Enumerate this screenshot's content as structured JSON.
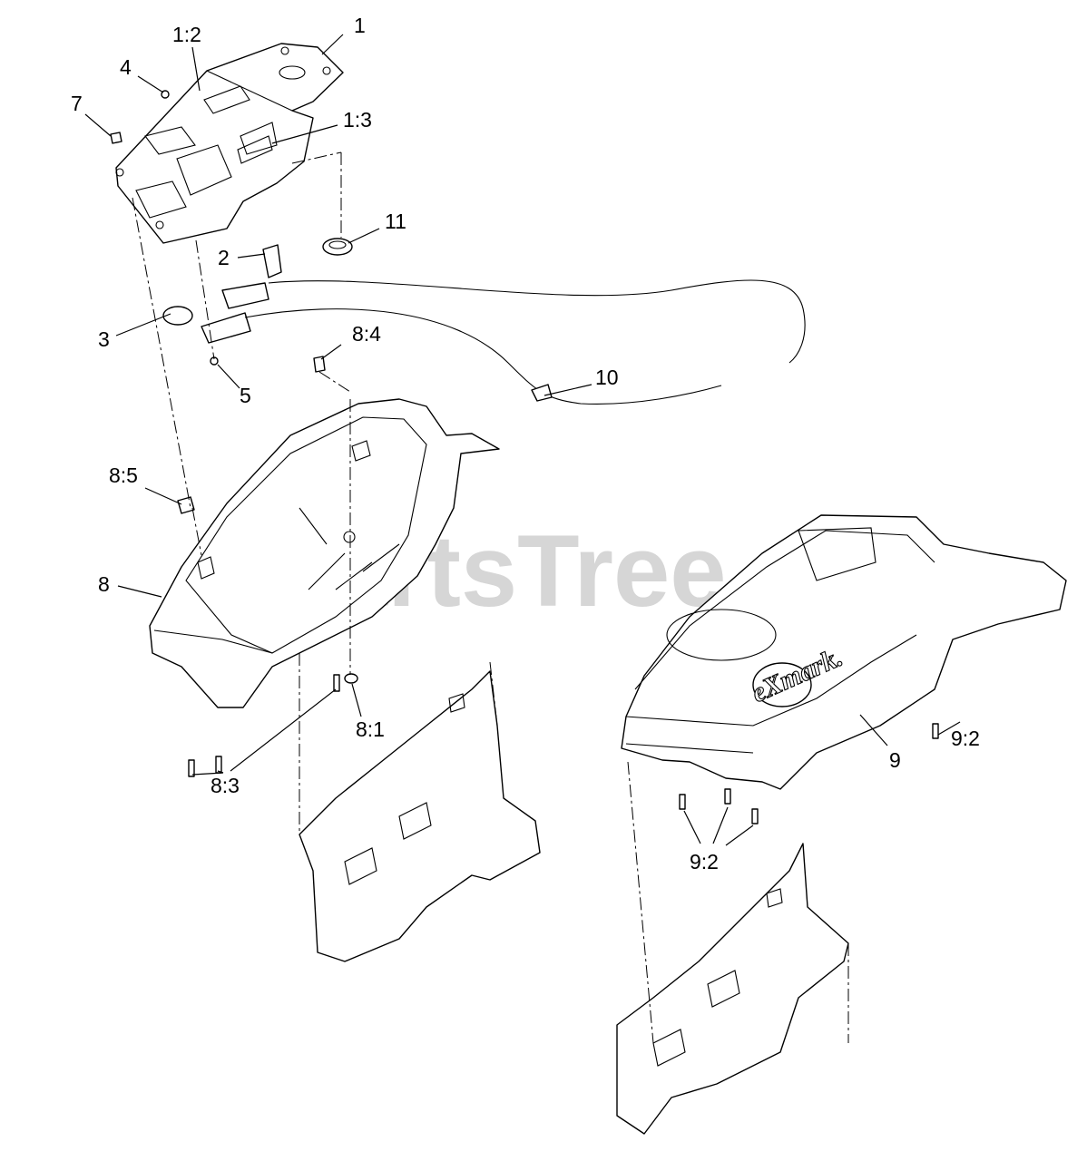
{
  "watermark": {
    "text": "PartsTree",
    "trademark": "TM"
  },
  "brand_decal": "eXmark.",
  "callouts": [
    {
      "id": "c-1",
      "text": "1"
    },
    {
      "id": "c-1-2",
      "text": "1:2"
    },
    {
      "id": "c-1-3",
      "text": "1:3"
    },
    {
      "id": "c-2",
      "text": "2"
    },
    {
      "id": "c-3",
      "text": "3"
    },
    {
      "id": "c-4",
      "text": "4"
    },
    {
      "id": "c-5",
      "text": "5"
    },
    {
      "id": "c-7",
      "text": "7"
    },
    {
      "id": "c-8",
      "text": "8"
    },
    {
      "id": "c-8-1",
      "text": "8:1"
    },
    {
      "id": "c-8-3",
      "text": "8:3"
    },
    {
      "id": "c-8-4",
      "text": "8:4"
    },
    {
      "id": "c-8-5",
      "text": "8:5"
    },
    {
      "id": "c-9",
      "text": "9"
    },
    {
      "id": "c-9-2a",
      "text": "9:2"
    },
    {
      "id": "c-9-2b",
      "text": "9:2"
    },
    {
      "id": "c-10",
      "text": "10"
    },
    {
      "id": "c-11",
      "text": "11"
    }
  ]
}
